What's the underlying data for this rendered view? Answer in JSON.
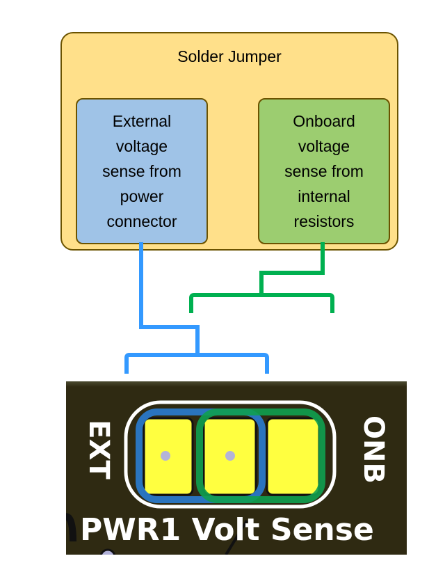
{
  "diagram": {
    "outer": {
      "title": "Solder Jumper",
      "fill": "#ffe08a",
      "border": "#6b5300"
    },
    "options": [
      {
        "id": "ext",
        "lines": [
          "External",
          "voltage",
          "sense from",
          "power",
          "connector"
        ],
        "fill": "#9fc3e7",
        "wire_color": "#3399ff"
      },
      {
        "id": "onb",
        "lines": [
          "Onboard",
          "voltage",
          "sense from",
          "internal",
          "resistors"
        ],
        "fill": "#9ccd70",
        "wire_color": "#00b050"
      }
    ]
  },
  "pcb": {
    "label": "PWR1 Volt Sense",
    "left_pad_label": "EXT",
    "right_pad_label": "ONB",
    "pad_color": "#ffff40",
    "board_color": "#2f2a12",
    "ext_highlight": "#2a78c8",
    "onb_highlight": "#10a050"
  }
}
